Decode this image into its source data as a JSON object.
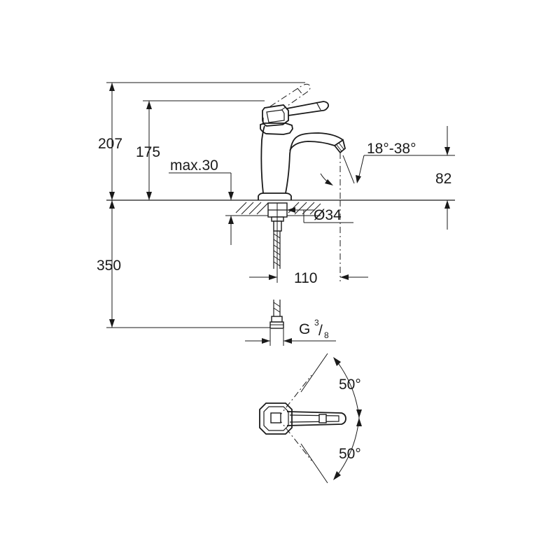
{
  "dimensions": {
    "total_height": "207",
    "lever_height": "175",
    "counter_top_max": "max.30",
    "spout_angle": "18°-38°",
    "spout_height": "82",
    "hole_diameter": "Ø34",
    "hose_length": "350",
    "spout_reach": "110",
    "thread_prefix": "G",
    "thread_num": "3",
    "thread_den": "8",
    "lever_swing_top": "50°",
    "lever_swing_bottom": "50°"
  }
}
